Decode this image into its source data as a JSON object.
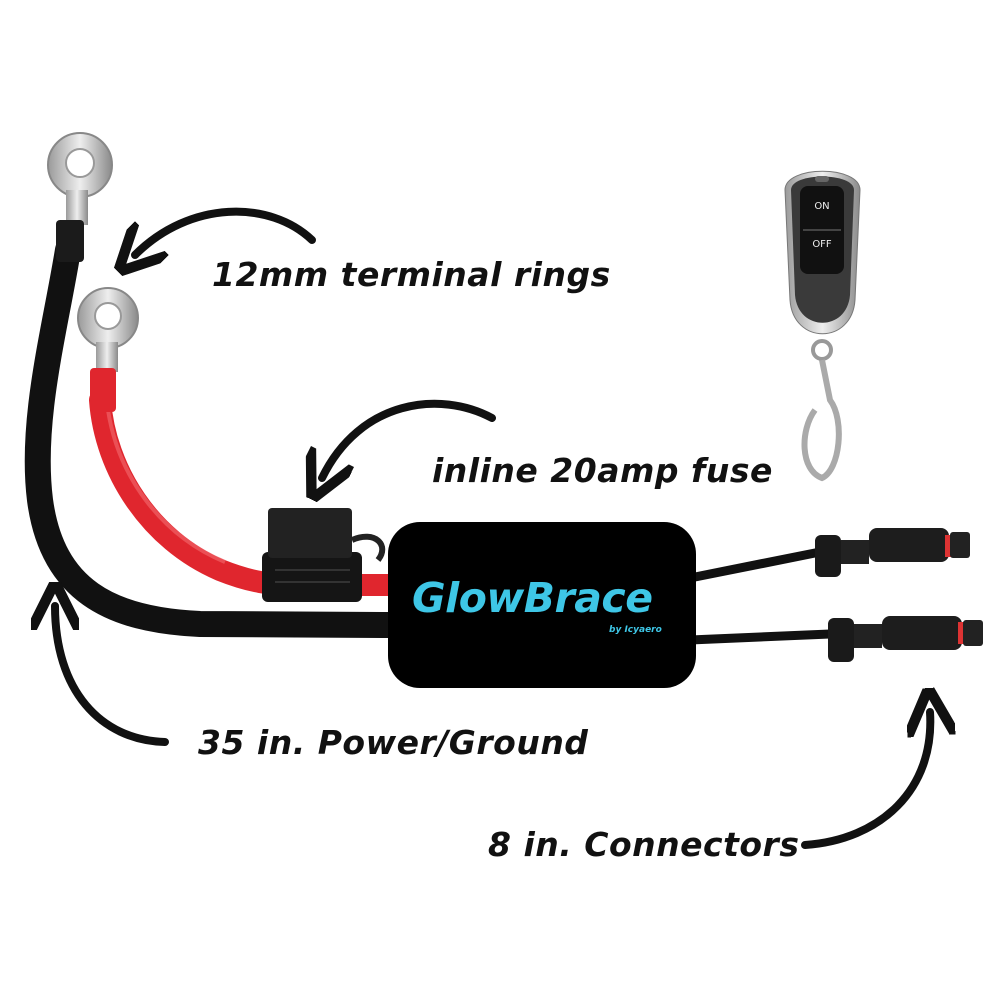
{
  "product": {
    "brand": "GlowBrace",
    "brand_sub": "by Icyaero"
  },
  "remote": {
    "on_label": "ON",
    "off_label": "OFF"
  },
  "annotations": {
    "rings": "12mm terminal rings",
    "fuse": "inline 20amp fuse",
    "power": "35 in. Power/Ground",
    "connectors": "8 in. Connectors"
  },
  "colors": {
    "logo": "#3ec6e6",
    "red_cable": "#e0262e",
    "black_cable": "#111111"
  }
}
